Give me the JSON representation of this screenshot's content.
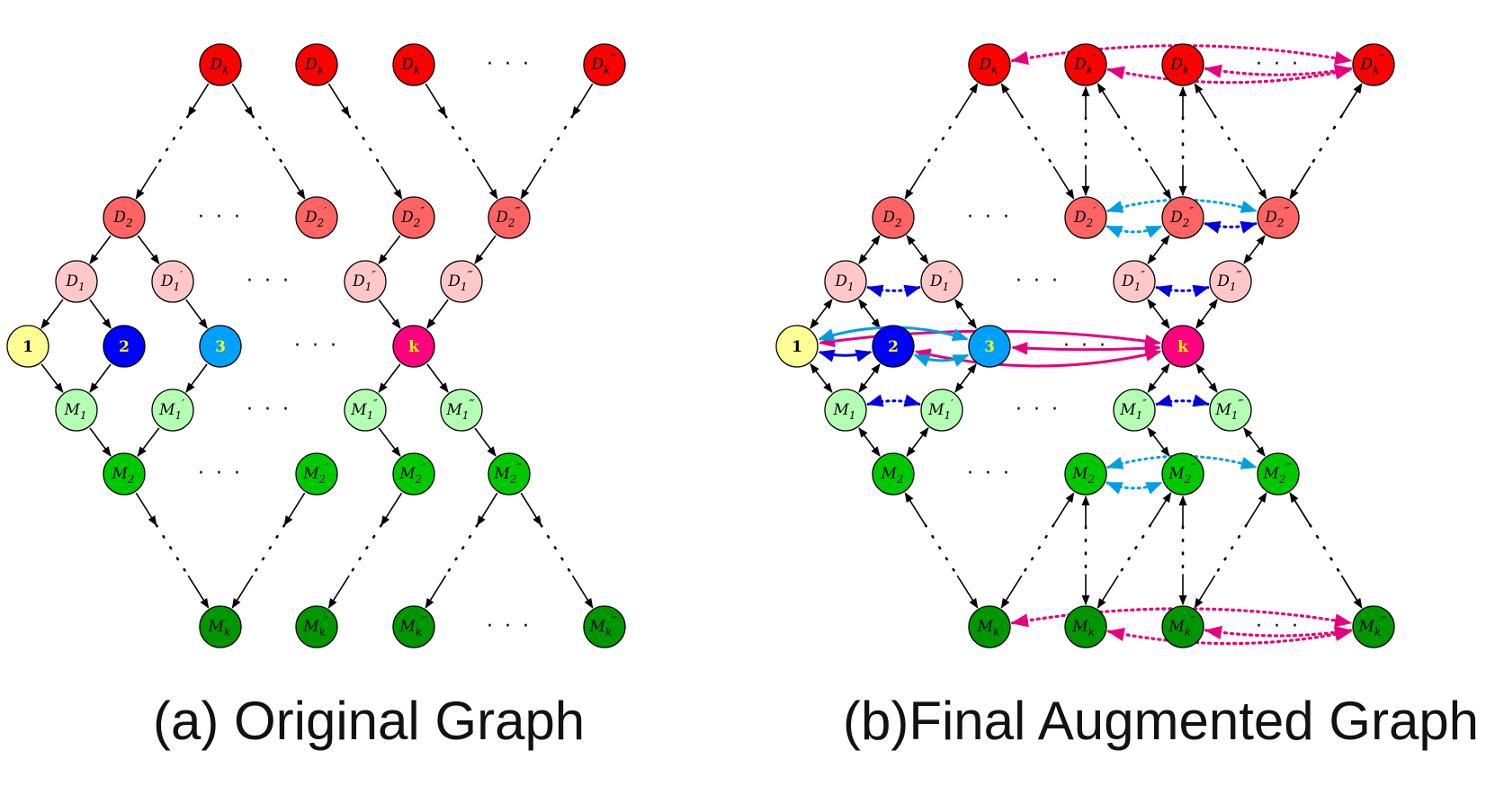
{
  "colors": {
    "Dk": "#ff0000",
    "D2": "#ff6464",
    "D1": "#ffc8c8",
    "M1": "#b4ffb4",
    "M2": "#00c800",
    "Mk": "#009600",
    "n1": "#ffff96",
    "n2": "#0000ff",
    "n3": "#00a0ff",
    "nk": "#ff007f",
    "label_yellow": "#ffff00",
    "edge": "#000000",
    "magenta": "#e6007e",
    "blue": "#0000dd",
    "cyan": "#00a0e0"
  },
  "labels": {
    "Dk": [
      "D",
      "k",
      ""
    ],
    "Dk1": [
      "D",
      "k",
      "′"
    ],
    "Dk2": [
      "D",
      "k",
      "″"
    ],
    "Dk3": [
      "D",
      "k",
      "‴"
    ],
    "D2": [
      "D",
      "2",
      ""
    ],
    "D2a": [
      "D",
      "2",
      "′"
    ],
    "D2b": [
      "D",
      "2",
      "″"
    ],
    "D2c": [
      "D",
      "2",
      "‴"
    ],
    "D1": [
      "D",
      "1",
      ""
    ],
    "D1a": [
      "D",
      "1",
      "′"
    ],
    "D1b": [
      "D",
      "1",
      "″"
    ],
    "D1c": [
      "D",
      "1",
      "‴"
    ],
    "M1": [
      "M",
      "1",
      ""
    ],
    "M1a": [
      "M",
      "1",
      "′"
    ],
    "M1b": [
      "M",
      "1",
      "″"
    ],
    "M1c": [
      "M",
      "1",
      "‴"
    ],
    "M2": [
      "M",
      "2",
      ""
    ],
    "M2a": [
      "M",
      "2",
      "′"
    ],
    "M2b": [
      "M",
      "2",
      "″"
    ],
    "M2c": [
      "M",
      "2",
      "‴"
    ],
    "Mk": [
      "M",
      "k",
      ""
    ],
    "Mk1": [
      "M",
      "k",
      "′"
    ],
    "Mk2": [
      "M",
      "k",
      "″"
    ],
    "Mk3": [
      "M",
      "k",
      "‴"
    ],
    "n1": "1",
    "n2": "2",
    "n3": "3",
    "nk": "k"
  },
  "ellipsis": "· · ·",
  "captions": {
    "a": "(a) Original Graph",
    "b": "(b)Final Augmented Graph"
  }
}
